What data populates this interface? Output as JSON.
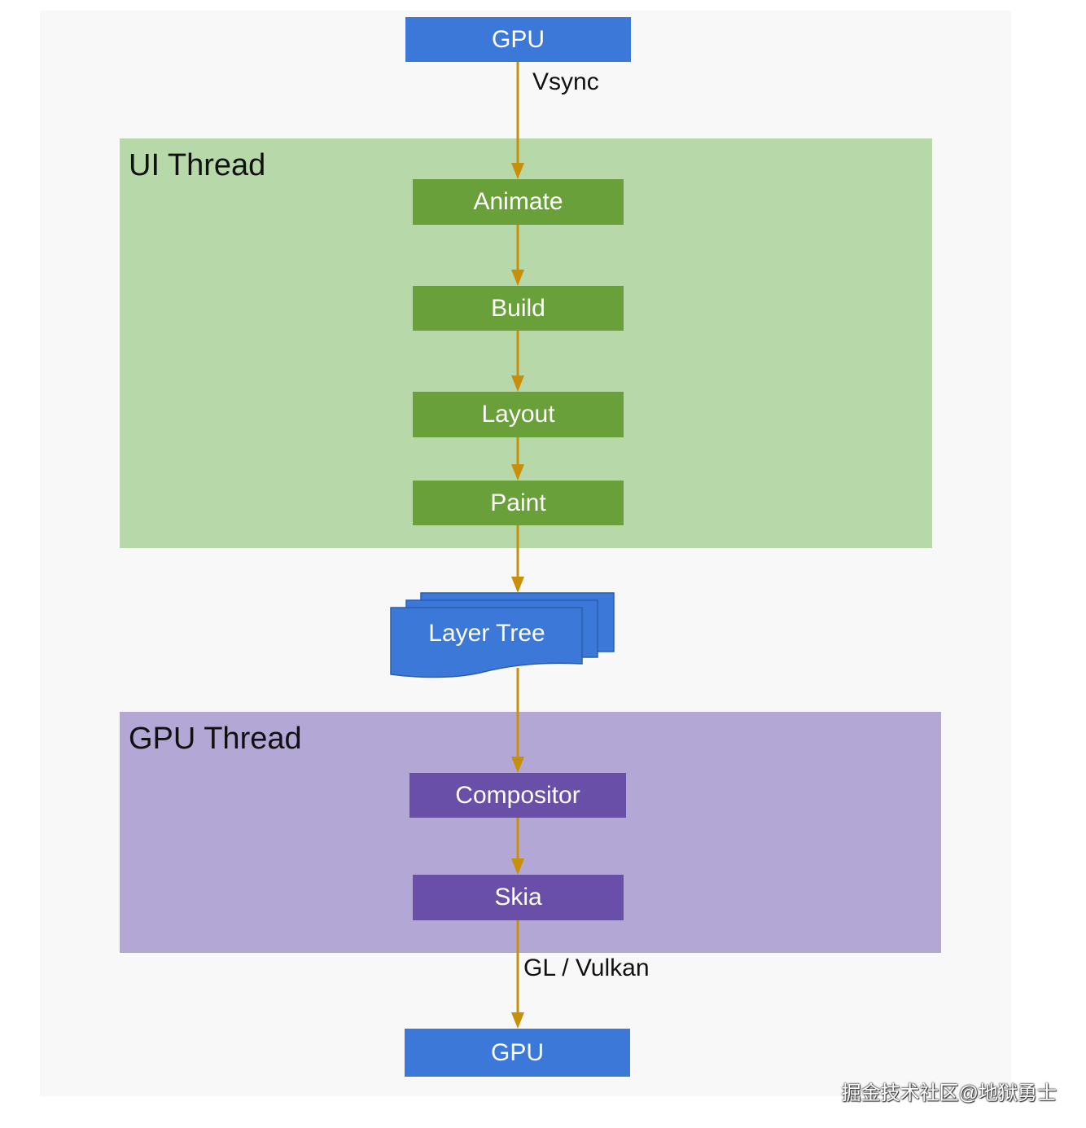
{
  "diagram": {
    "top_gpu": "GPU",
    "vsync_label": "Vsync",
    "ui_thread": {
      "title": "UI Thread",
      "steps": [
        "Animate",
        "Build",
        "Layout",
        "Paint"
      ]
    },
    "layer_tree": "Layer Tree",
    "gpu_thread": {
      "title": "GPU Thread",
      "steps": [
        "Compositor",
        "Skia"
      ]
    },
    "gl_label": "GL / Vulkan",
    "bottom_gpu": "GPU"
  },
  "colors": {
    "gpu_box": "#3b78d8",
    "ui_region": "#b7d8a9",
    "ui_step": "#6aa03a",
    "gpu_region": "#b3a7d5",
    "gpu_step": "#6a4fa8",
    "arrow": "#c8900a"
  },
  "watermark": "掘金技术社区@地狱勇士"
}
